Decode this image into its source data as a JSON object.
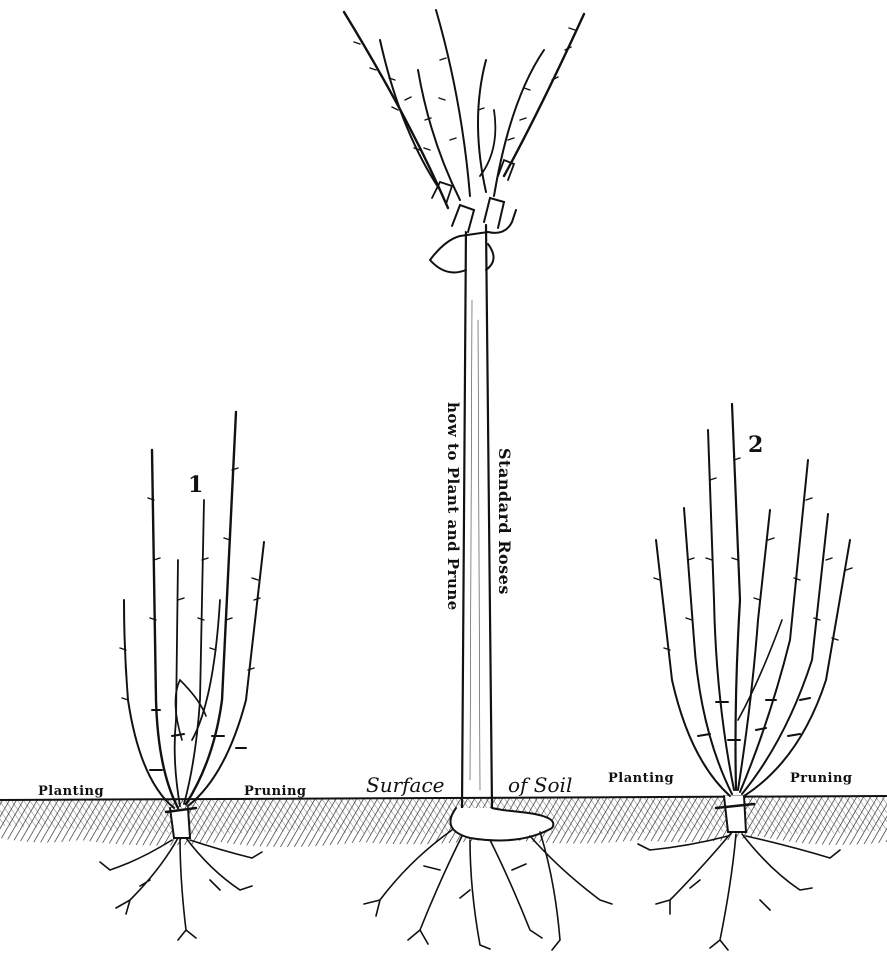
{
  "labels": {
    "figure_1": "1",
    "figure_2": "2",
    "vertical_title_1": "Standard Roses",
    "vertical_title_2": "how to Plant and Prune",
    "left_planting": "Planting",
    "left_pruning": "Pruning",
    "soil_word_1": "Surface",
    "soil_word_2": "of Soil",
    "right_planting": "Planting",
    "right_pruning": "Pruning"
  }
}
